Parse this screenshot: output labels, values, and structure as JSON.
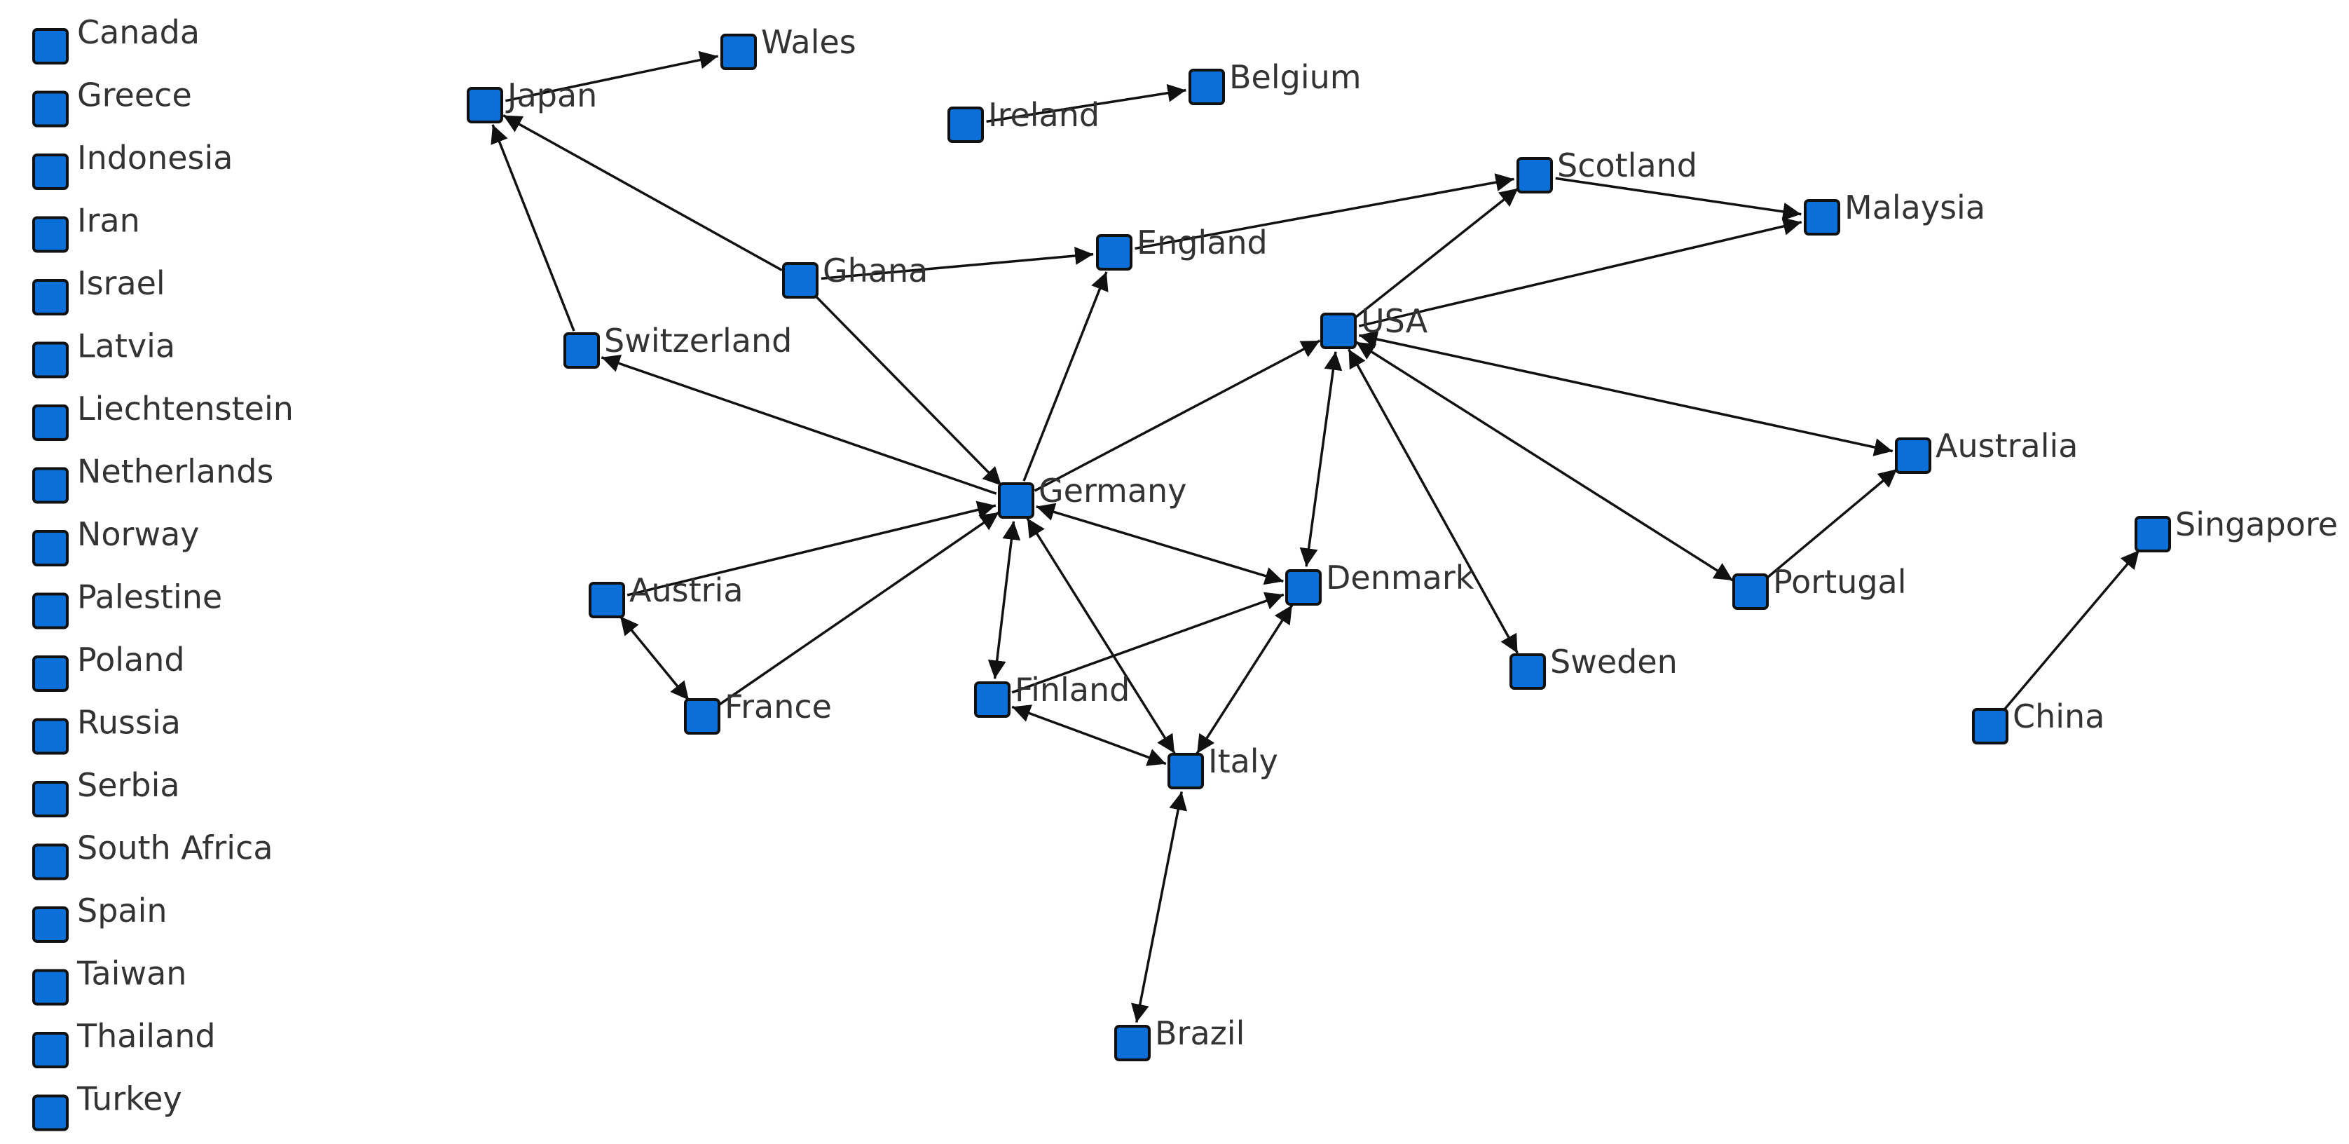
{
  "isolated_nodes": [
    "Canada",
    "Greece",
    "Indonesia",
    "Iran",
    "Israel",
    "Latvia",
    "Liechtenstein",
    "Netherlands",
    "Norway",
    "Palestine",
    "Poland",
    "Russia",
    "Serbia",
    "South Africa",
    "Spain",
    "Taiwan",
    "Thailand",
    "Turkey"
  ],
  "nodes": [
    {
      "id": "Japan",
      "label": "Japan"
    },
    {
      "id": "Wales",
      "label": "Wales"
    },
    {
      "id": "Ireland",
      "label": "Ireland"
    },
    {
      "id": "Belgium",
      "label": "Belgium"
    },
    {
      "id": "Scotland",
      "label": "Scotland"
    },
    {
      "id": "Malaysia",
      "label": "Malaysia"
    },
    {
      "id": "Ghana",
      "label": "Ghana"
    },
    {
      "id": "England",
      "label": "England"
    },
    {
      "id": "USA",
      "label": "USA"
    },
    {
      "id": "Switzerland",
      "label": "Switzerland"
    },
    {
      "id": "Germany",
      "label": "Germany"
    },
    {
      "id": "Australia",
      "label": "Australia"
    },
    {
      "id": "Singapore",
      "label": "Singapore"
    },
    {
      "id": "Austria",
      "label": "Austria"
    },
    {
      "id": "Denmark",
      "label": "Denmark"
    },
    {
      "id": "Portugal",
      "label": "Portugal"
    },
    {
      "id": "Sweden",
      "label": "Sweden"
    },
    {
      "id": "Finland",
      "label": "Finland"
    },
    {
      "id": "France",
      "label": "France"
    },
    {
      "id": "Italy",
      "label": "Italy"
    },
    {
      "id": "China",
      "label": "China"
    },
    {
      "id": "Brazil",
      "label": "Brazil"
    }
  ],
  "edges": [
    {
      "from": "Japan",
      "to": "Wales",
      "directed": "forward"
    },
    {
      "from": "Ireland",
      "to": "Belgium",
      "directed": "forward"
    },
    {
      "from": "Ghana",
      "to": "Japan",
      "directed": "forward"
    },
    {
      "from": "Switzerland",
      "to": "Japan",
      "directed": "forward"
    },
    {
      "from": "Ghana",
      "to": "England",
      "directed": "forward"
    },
    {
      "from": "Ghana",
      "to": "Germany",
      "directed": "forward"
    },
    {
      "from": "England",
      "to": "Scotland",
      "directed": "forward"
    },
    {
      "from": "Scotland",
      "to": "Malaysia",
      "directed": "forward"
    },
    {
      "from": "USA",
      "to": "Scotland",
      "directed": "forward"
    },
    {
      "from": "USA",
      "to": "Malaysia",
      "directed": "forward"
    },
    {
      "from": "Germany",
      "to": "Switzerland",
      "directed": "forward"
    },
    {
      "from": "Germany",
      "to": "England",
      "directed": "forward"
    },
    {
      "from": "Germany",
      "to": "USA",
      "directed": "forward"
    },
    {
      "from": "Germany",
      "to": "Denmark",
      "directed": "both"
    },
    {
      "from": "Germany",
      "to": "Finland",
      "directed": "both"
    },
    {
      "from": "Germany",
      "to": "Italy",
      "directed": "both"
    },
    {
      "from": "Austria",
      "to": "Germany",
      "directed": "forward"
    },
    {
      "from": "France",
      "to": "Germany",
      "directed": "forward"
    },
    {
      "from": "Austria",
      "to": "France",
      "directed": "both"
    },
    {
      "from": "USA",
      "to": "Australia",
      "directed": "both"
    },
    {
      "from": "USA",
      "to": "Portugal",
      "directed": "both"
    },
    {
      "from": "USA",
      "to": "Sweden",
      "directed": "both"
    },
    {
      "from": "USA",
      "to": "Denmark",
      "directed": "both"
    },
    {
      "from": "Portugal",
      "to": "Australia",
      "directed": "forward"
    },
    {
      "from": "Finland",
      "to": "Denmark",
      "directed": "forward"
    },
    {
      "from": "Italy",
      "to": "Denmark",
      "directed": "both"
    },
    {
      "from": "Finland",
      "to": "Italy",
      "directed": "both"
    },
    {
      "from": "Italy",
      "to": "Brazil",
      "directed": "both"
    },
    {
      "from": "China",
      "to": "Singapore",
      "directed": "forward"
    }
  ],
  "colors": {
    "node_fill": "#0a6fd8",
    "node_stroke": "#111111",
    "edge": "#111111",
    "label": "#333333"
  }
}
